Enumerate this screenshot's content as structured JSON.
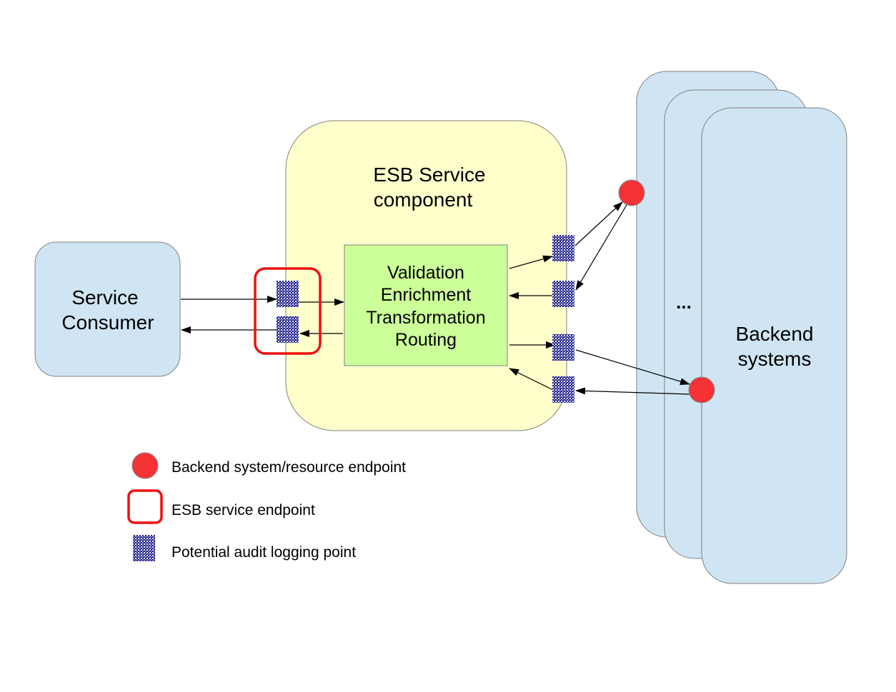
{
  "colors": {
    "consumer_fill": "#cfe5f3",
    "backend_fill": "#cfe5f3",
    "esb_fill": "#ffffcc",
    "core_fill": "#ccff99",
    "border": "#808080",
    "endpoint_red": "#f53337",
    "esb_endpoint_border": "#ee1111",
    "audit_point": "#1a1a8c"
  },
  "nodes": {
    "service_consumer": {
      "line1": "Service",
      "line2": "Consumer"
    },
    "esb_component": {
      "line1": "ESB Service",
      "line2": "component"
    },
    "core": {
      "lines": [
        "Validation",
        "Enrichment",
        "Transformation",
        "Routing"
      ]
    },
    "backend": {
      "ellipsis": "...",
      "line1": "Backend",
      "line2": "systems"
    }
  },
  "legend": {
    "items": [
      {
        "icon": "red-circle",
        "label": "Backend system/resource endpoint"
      },
      {
        "icon": "red-rounded-square",
        "label": "ESB service endpoint"
      },
      {
        "icon": "hatched-square",
        "label": "Potential audit logging point"
      }
    ]
  }
}
